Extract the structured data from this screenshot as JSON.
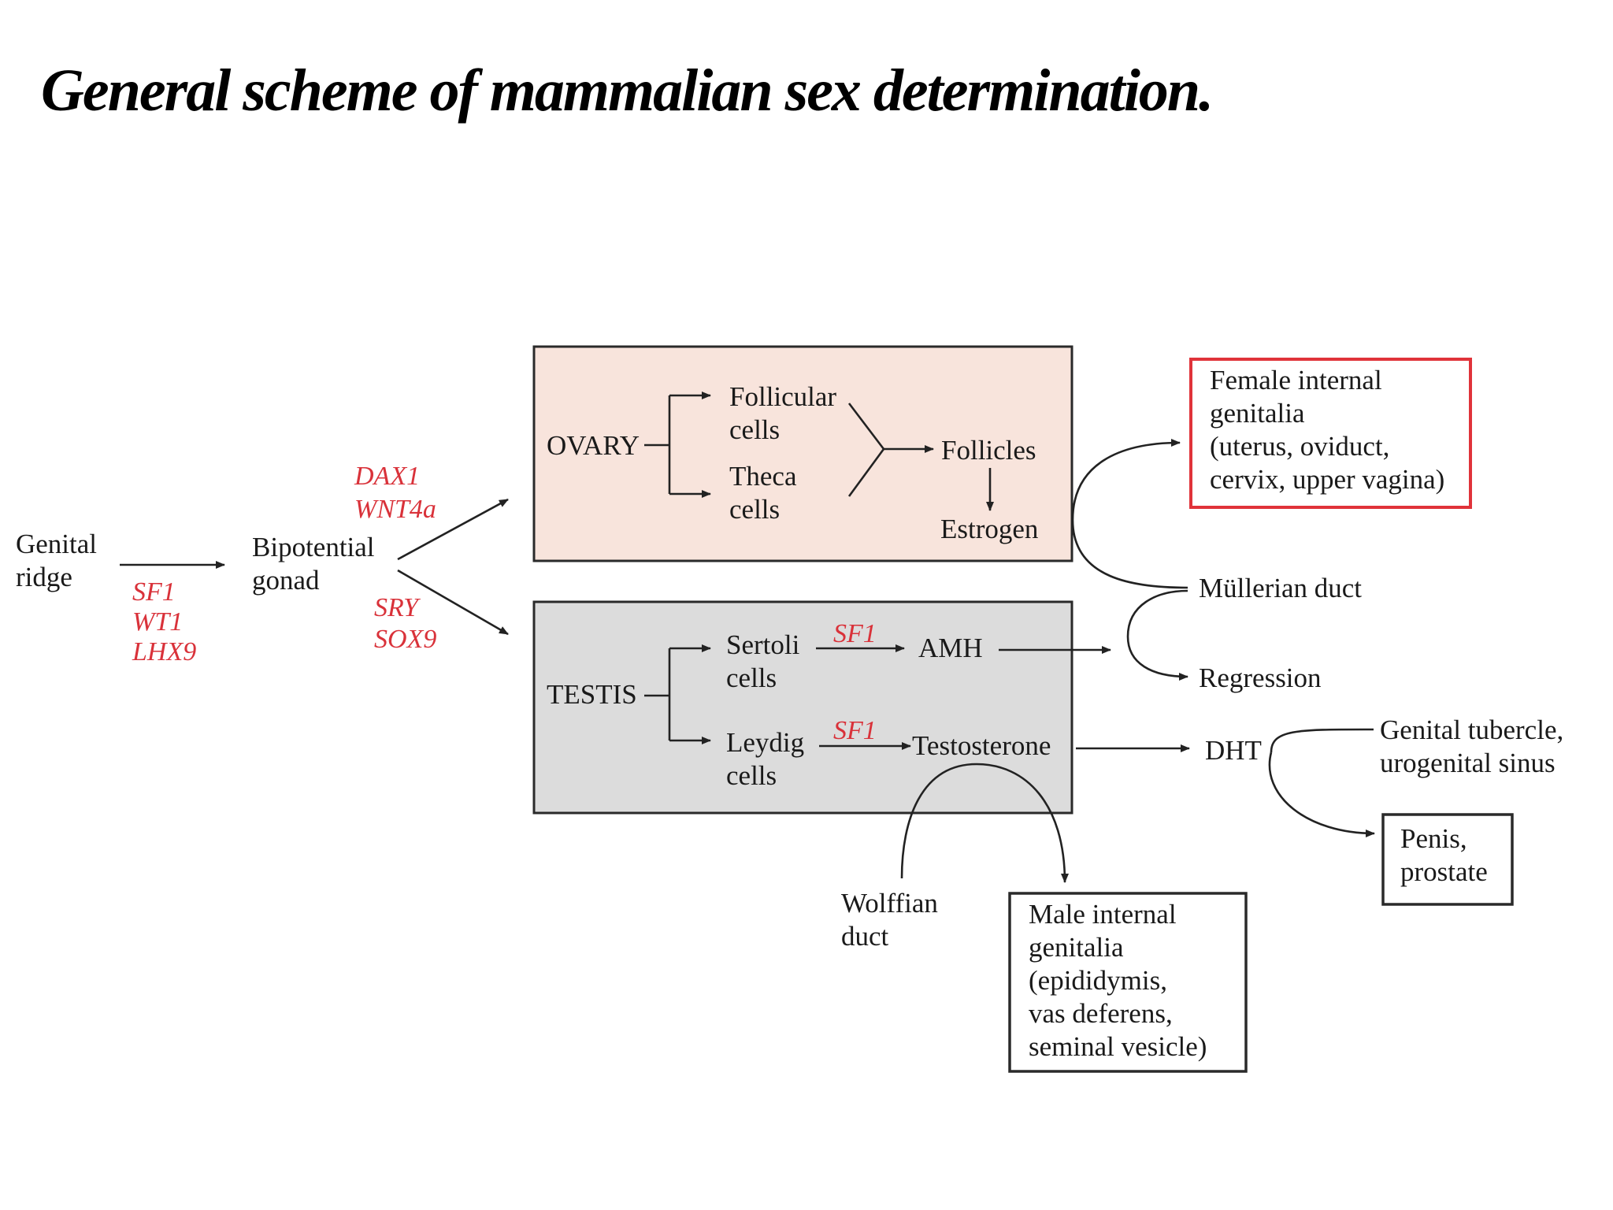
{
  "title": "General scheme of mammalian sex determination.",
  "nodes": {
    "genital_ridge": [
      "Genital",
      "ridge"
    ],
    "bipotential_gonad": [
      "Bipotential",
      "gonad"
    ],
    "ovary": "OVARY",
    "testis": "TESTIS",
    "follicular_cells": [
      "Follicular",
      "cells"
    ],
    "theca_cells": [
      "Theca",
      "cells"
    ],
    "follicles": "Follicles",
    "estrogen": "Estrogen",
    "sertoli_cells": [
      "Sertoli",
      "cells"
    ],
    "leydig_cells": [
      "Leydig",
      "cells"
    ],
    "amh": "AMH",
    "testosterone": "Testosterone",
    "mullerian_duct": "Müllerian duct",
    "regression": "Regression",
    "dht": "DHT",
    "genital_tubercle": [
      "Genital tubercle,",
      "urogenital sinus"
    ],
    "penis_prostate": [
      "Penis,",
      "prostate"
    ],
    "wolffian_duct": [
      "Wolffian",
      "duct"
    ],
    "female_internal": [
      "Female internal",
      "genitalia",
      "(uterus, oviduct,",
      "cervix, upper vagina)"
    ],
    "male_internal": [
      "Male internal",
      "genitalia",
      "(epididymis,",
      "vas deferens,",
      "seminal vesicle)"
    ]
  },
  "genes": {
    "ridge_to_gonad": [
      "SF1",
      "WT1",
      "LHX9"
    ],
    "to_ovary": [
      "DAX1",
      "WNT4a"
    ],
    "to_testis": [
      "SRY",
      "SOX9"
    ],
    "sertoli_to_amh": "SF1",
    "leydig_to_testosterone": "SF1"
  },
  "colors": {
    "gene_text": "#d9323a",
    "ovary_fill": "#f8e4dc",
    "testis_fill": "#dcdcdc",
    "female_box_border": "#e0333a",
    "box_border": "#2a2a2a"
  }
}
